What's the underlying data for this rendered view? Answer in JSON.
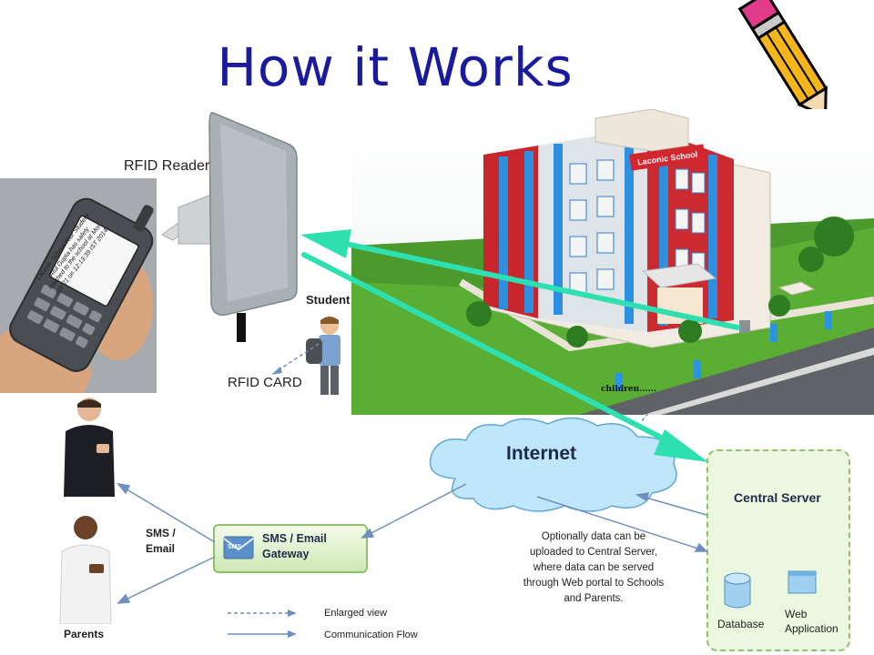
{
  "slide": {
    "title": "How it Works"
  },
  "labels": {
    "rfid_reader": "RFID Reader",
    "student": "Student",
    "rfid_card": "RFID CARD",
    "sms_email": "SMS /\nEmail",
    "parents": "Parents",
    "gateway": "SMS / Email\nGateway",
    "gateway_icon_text": "SMS",
    "internet": "Internet",
    "central_server": "Central Server",
    "database": "Database",
    "web_application": "Web\nApplication",
    "optional_note": "Optionally data can be uploaded to Central Server, where data can be served through Web portal to Schools and Parents.",
    "legend_enlarged": "Enlarged view",
    "legend_flow": "Communication Flow",
    "school_sign": "Laconic School",
    "children_caption": "children......"
  },
  "phone_screen": {
    "message": "Laconic School Your Student Atul Gupta has safely reached to the school at Mon Apr 21 on 12:13:39 IST 2014"
  },
  "colors": {
    "title": "#1a1a9e",
    "arrow_teal": "#2ee0b0",
    "flow_line": "#5b8ed6",
    "gateway_border": "#8fc06a",
    "server_fill": "#ecf7e0",
    "cloud_fill": "#bfe6fb"
  },
  "icons": [
    "pencil-icon",
    "envelope-icon",
    "database-icon",
    "web-application-icon",
    "rfid-reader-image",
    "phone-image",
    "school-building-image",
    "student-image",
    "parent-image",
    "cloud-shape"
  ]
}
